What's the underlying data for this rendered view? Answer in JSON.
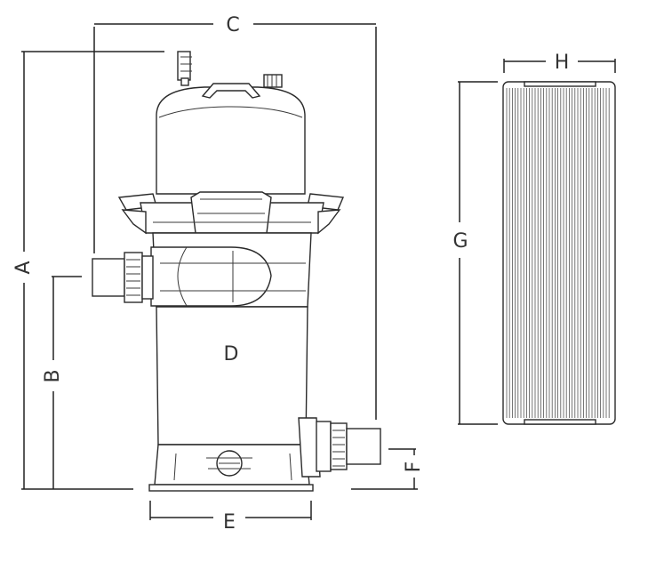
{
  "dimensions": {
    "A": "A",
    "B": "B",
    "C": "C",
    "D": "D",
    "E": "E",
    "F": "F",
    "G": "G",
    "H": "H"
  }
}
